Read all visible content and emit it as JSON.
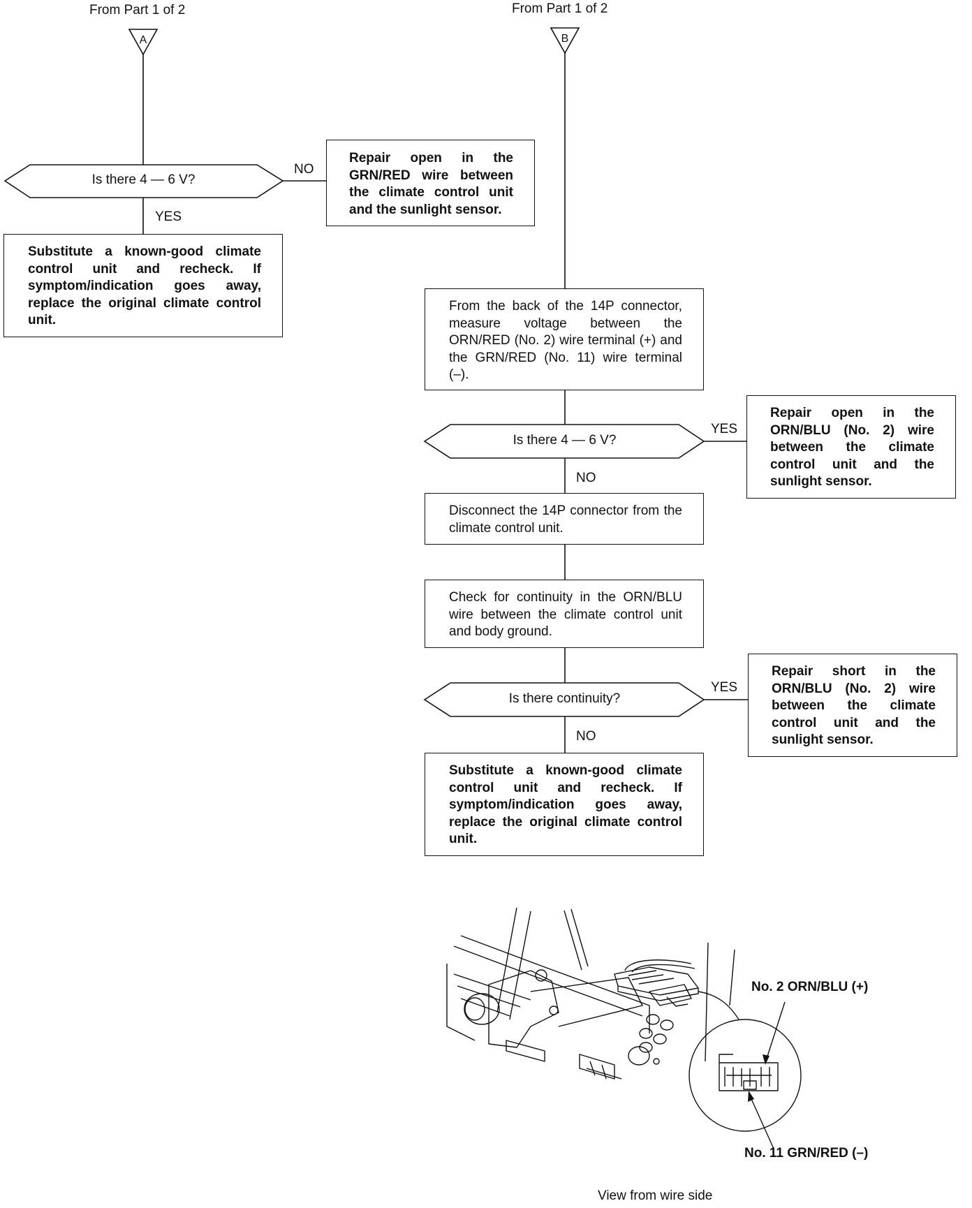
{
  "left": {
    "from_label": "From Part 1 of 2",
    "connector": "A",
    "decision": "Is there 4 — 6 V?",
    "no_label": "NO",
    "yes_label": "YES",
    "no_box": "Repair open in the GRN/RED wire between the climate control unit and the sunlight sensor.",
    "yes_box": "Substitute a known-good climate control unit and recheck. If symptom/indication goes away, replace the original climate control unit."
  },
  "right": {
    "from_label": "From Part 1 of 2",
    "connector": "B",
    "step1": "From the back of the 14P connector, measure voltage between the ORN/RED (No. 2) wire terminal (+) and the GRN/RED (No. 11) wire terminal (–).",
    "decision1": "Is there 4 — 6 V?",
    "decision1_yes": "YES",
    "decision1_yes_box": "Repair open in the ORN/BLU (No. 2) wire between the climate control unit and the sunlight sensor.",
    "decision1_no": "NO",
    "step2": "Disconnect the 14P connector from the climate control unit.",
    "step3": "Check for continuity in the ORN/BLU wire between the climate control unit and body ground.",
    "decision2": "Is there continuity?",
    "decision2_yes": "YES",
    "decision2_yes_box": "Repair short in the ORN/BLU (No. 2) wire between the climate control unit and the sunlight sensor.",
    "decision2_no": "NO",
    "final_box": "Substitute a known-good climate control unit and recheck. If symptom/indication goes away, replace the original climate control unit."
  },
  "illustration": {
    "callout_top": "No. 2 ORN/BLU (+)",
    "callout_bottom": "No. 11 GRN/RED (–)",
    "caption": "View from wire side"
  }
}
